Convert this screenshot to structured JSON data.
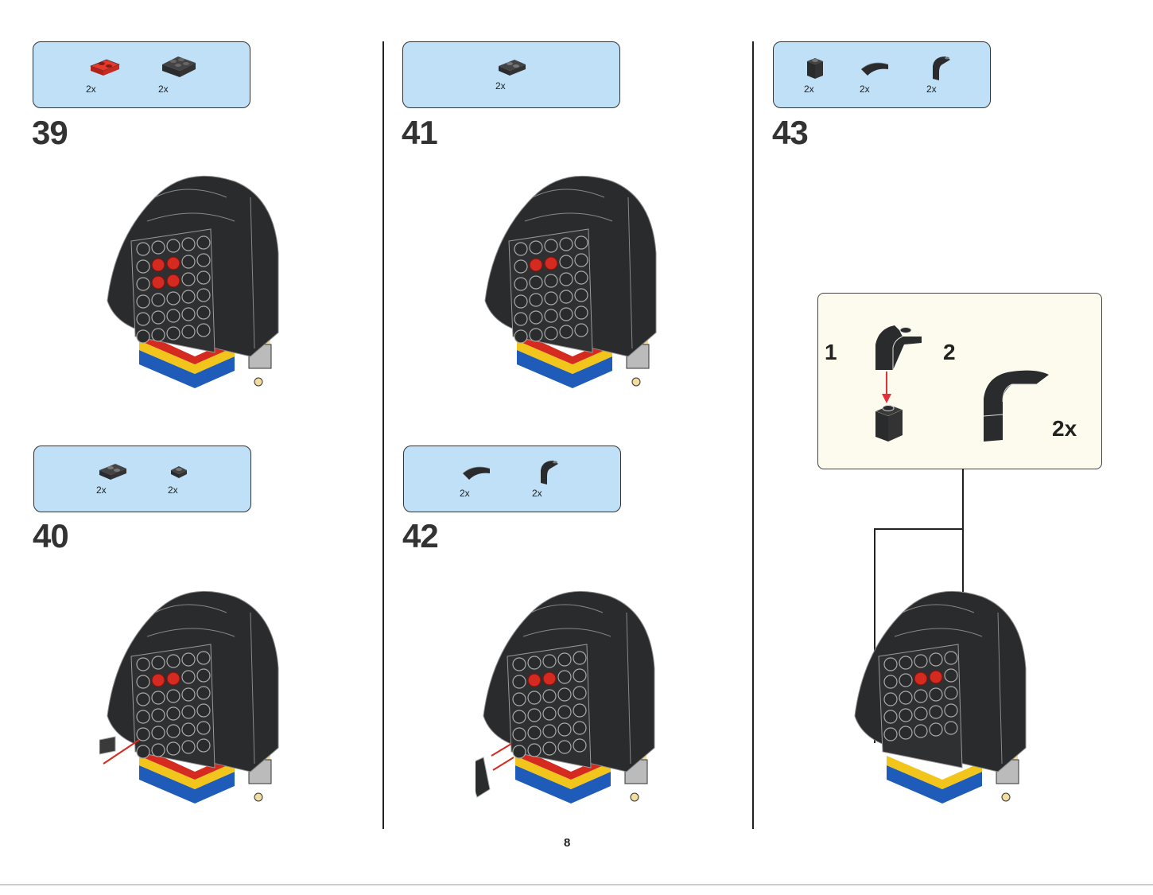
{
  "page_number": "8",
  "steps": [
    {
      "number": "39",
      "parts": [
        {
          "icon": "red-plate-1x2-icon",
          "qty": "2x"
        },
        {
          "icon": "dark-plate-2x2-side-studs-icon",
          "qty": "2x"
        }
      ]
    },
    {
      "number": "40",
      "parts": [
        {
          "icon": "dark-plate-1x2-icon",
          "qty": "2x"
        },
        {
          "icon": "dark-plate-1x1-icon",
          "qty": "2x"
        }
      ]
    },
    {
      "number": "41",
      "parts": [
        {
          "icon": "dark-plate-1x2-icon",
          "qty": "2x"
        }
      ]
    },
    {
      "number": "42",
      "parts": [
        {
          "icon": "dark-curved-slope-icon",
          "qty": "2x"
        },
        {
          "icon": "dark-curved-brick-icon",
          "qty": "2x"
        }
      ]
    },
    {
      "number": "43",
      "parts": [
        {
          "icon": "dark-brick-1x1-icon",
          "qty": "2x"
        },
        {
          "icon": "dark-curved-slope-icon",
          "qty": "2x"
        },
        {
          "icon": "dark-curved-brick-icon",
          "qty": "2x"
        }
      ]
    }
  ],
  "callout": {
    "sub1": "1",
    "sub2": "2",
    "qty": "2x"
  },
  "colors": {
    "parts_bg": "#bfe0f7",
    "callout_bg": "#fdfbee",
    "dark": "#2a2b2d",
    "red": "#d42a1f",
    "blue": "#1f5bb8",
    "yellow": "#f1c51c"
  }
}
